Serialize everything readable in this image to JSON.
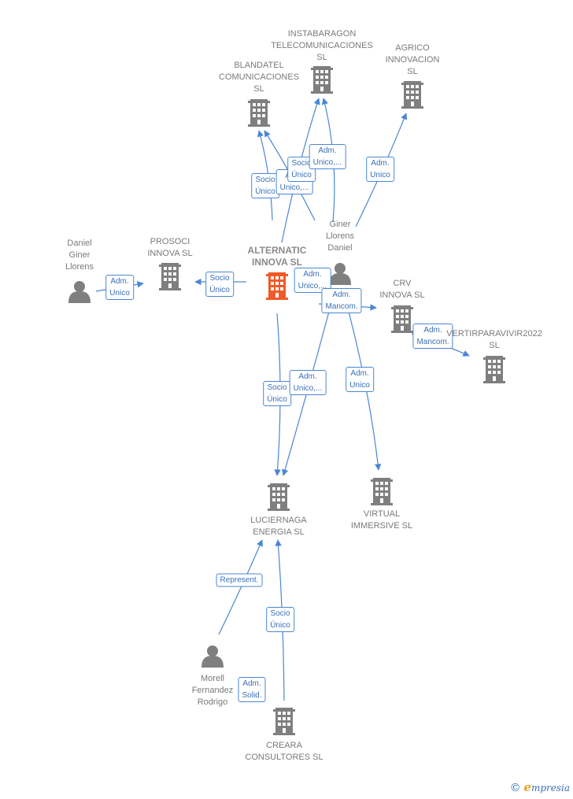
{
  "colors": {
    "edge": "#4a86d4",
    "node": "#7f7f7f",
    "main": "#f05a28"
  },
  "nodes": [
    {
      "id": "alternatic",
      "type": "company",
      "main": true,
      "label": "ALTERNATIC\nINNOVA  SL"
    },
    {
      "id": "instabaragon",
      "type": "company",
      "label": "INSTABARAGON\nTELECOMUNICACIONES\nSL"
    },
    {
      "id": "blandatel",
      "type": "company",
      "label": "BLANDATEL\nCOMUNICACIONES\nSL"
    },
    {
      "id": "agrico",
      "type": "company",
      "label": "AGRICO\nINNOVACION\nSL"
    },
    {
      "id": "giner",
      "type": "person",
      "label": "Giner\nLlorens\nDaniel"
    },
    {
      "id": "daniel",
      "type": "person",
      "label": "Daniel\nGiner\nLlorens"
    },
    {
      "id": "prosoci",
      "type": "company",
      "label": "PROSOCI\nINNOVA  SL"
    },
    {
      "id": "crv",
      "type": "company",
      "label": "CRV\nINNOVA  SL"
    },
    {
      "id": "vertirpara",
      "type": "company",
      "label": "VERTIRPARAVIVIR2022\nSL"
    },
    {
      "id": "luciernaga",
      "type": "company",
      "label": "LUCIERNAGA\nENERGIA  SL"
    },
    {
      "id": "virtual",
      "type": "company",
      "label": "VIRTUAL\nIMMERSIVE  SL"
    },
    {
      "id": "morell",
      "type": "person",
      "label": "Morell\nFernandez\nRodrigo"
    },
    {
      "id": "creara",
      "type": "company",
      "label": "CREARA\nCONSULTORES SL"
    }
  ],
  "edges": [
    {
      "id": "e1",
      "label": "Socio\nÚnico"
    },
    {
      "id": "e2",
      "label": "Adm.\nUnico,..."
    },
    {
      "id": "e3",
      "label": "Socio\nÚnico"
    },
    {
      "id": "e4",
      "label": "Adm.\nUnico,..."
    },
    {
      "id": "e5",
      "label": "Adm.\nUnico"
    },
    {
      "id": "e6",
      "label": "Socio\nÚnico"
    },
    {
      "id": "e7",
      "label": "Adm.\nUnico"
    },
    {
      "id": "e8",
      "label": "Adm.\nUnico,..."
    },
    {
      "id": "e9",
      "label": "Adm.\nMancom."
    },
    {
      "id": "e10",
      "label": "Adm.\nMancom."
    },
    {
      "id": "e11",
      "label": "Socio\nÚnico"
    },
    {
      "id": "e12",
      "label": "Adm.\nUnico,..."
    },
    {
      "id": "e13",
      "label": "Adm.\nUnico"
    },
    {
      "id": "e14",
      "label": "Represent."
    },
    {
      "id": "e15",
      "label": "Socio\nÚnico"
    },
    {
      "id": "e16",
      "label": "Adm.\nSolid."
    }
  ],
  "brand": {
    "copyright": "©",
    "initial": "e",
    "rest": "mpresia"
  }
}
